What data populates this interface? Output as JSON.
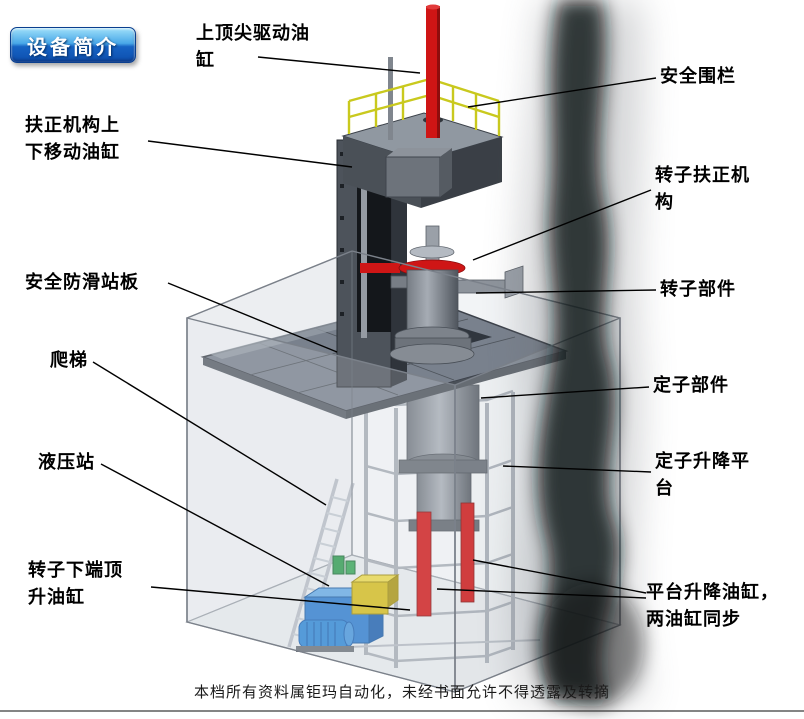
{
  "page": {
    "title_badge": "设备简介",
    "footer_note": "本档所有资料属钜玛自动化，未经书面允许不得透露及转摘"
  },
  "colors": {
    "badge_blue": "#1663c4",
    "cylinder_red": "#cf1616",
    "guardrail_yellow": "#c9c91e",
    "hydraulic_blue": "#2d7cce",
    "frame_gray": "#4d535b",
    "label_text": "#000000"
  },
  "labels": [
    {
      "id": "top-spindle-drive-cylinder",
      "text": "上顶尖驱动油\n缸"
    },
    {
      "id": "safety-fence",
      "text": "安全围栏"
    },
    {
      "id": "centering-updown-cylinder",
      "text": "扶正机构上\n下移动油缸"
    },
    {
      "id": "rotor-centering-mechanism",
      "text": "转子扶正机\n构"
    },
    {
      "id": "antislip-standing-platform",
      "text": "安全防滑站板"
    },
    {
      "id": "rotor-parts",
      "text": "转子部件"
    },
    {
      "id": "ladder",
      "text": "爬梯"
    },
    {
      "id": "stator-parts",
      "text": "定子部件"
    },
    {
      "id": "hydraulic-station",
      "text": "液压站"
    },
    {
      "id": "stator-lift-platform",
      "text": "定子升降平\n台"
    },
    {
      "id": "rotor-bottom-jack-cylinder",
      "text": "转子下端顶\n升油缸"
    },
    {
      "id": "platform-lift-cylinders",
      "text": "平台升降油缸，\n两油缸同步"
    }
  ]
}
